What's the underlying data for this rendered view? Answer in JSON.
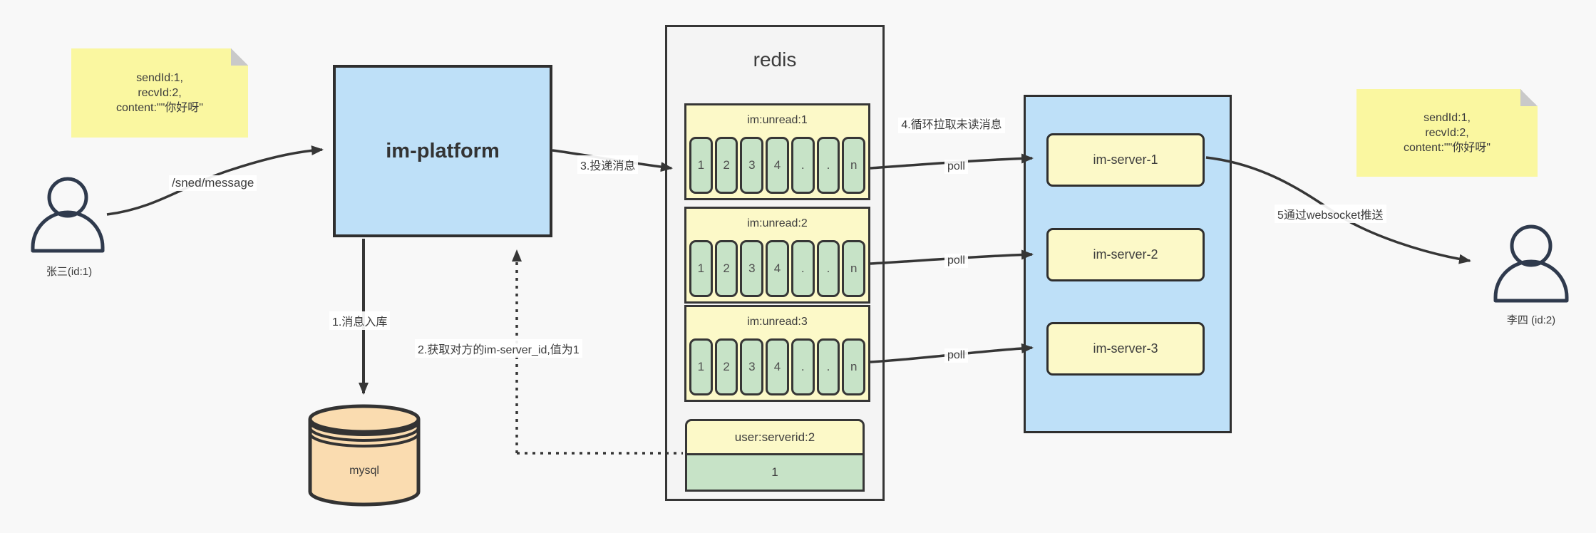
{
  "colors": {
    "background": "#f8f8f8",
    "node_blue": "#bee0f8",
    "note_yellow": "#faf7a0",
    "pale_yellow": "#fcf9c8",
    "cell_green": "#c7e3c7",
    "db_tan": "#fadcb0",
    "panel_grey": "#f4f4f4",
    "line_dark": "#363636"
  },
  "actors": {
    "sender": "张三(id:1)",
    "receiver": "李四 (id:2)"
  },
  "notes": {
    "left": {
      "line1": "sendId:1,",
      "line2": "recvId:2,",
      "line3": "content:\"\"你好呀\""
    },
    "right": {
      "line1": "sendId:1,",
      "line2": "recvId:2,",
      "line3": "content:\"\"你好呀\""
    }
  },
  "platform": {
    "label": "im-platform"
  },
  "db": {
    "label": "mysql"
  },
  "redis": {
    "title": "redis",
    "queues": [
      {
        "name": "im:unread:1",
        "cells": [
          "1",
          "2",
          "3",
          "4",
          ".",
          ".",
          "n"
        ]
      },
      {
        "name": "im:unread:2",
        "cells": [
          "1",
          "2",
          "3",
          "4",
          ".",
          ".",
          "n"
        ]
      },
      {
        "name": "im:unread:3",
        "cells": [
          "1",
          "2",
          "3",
          "4",
          ".",
          ".",
          "n"
        ]
      }
    ],
    "kv": {
      "key": "user:serverid:2",
      "value": "1"
    }
  },
  "cluster": {
    "servers": [
      "im-server-1",
      "im-server-2",
      "im-server-3"
    ]
  },
  "labels": {
    "send": "/sned/message",
    "store": "1.消息入库",
    "lookup": "2.获取对方的im-server_id,值为1",
    "deliver": "3.投递消息",
    "pull": "4.循环拉取未读消息",
    "poll": "poll",
    "push": "5通过websocket推送"
  }
}
